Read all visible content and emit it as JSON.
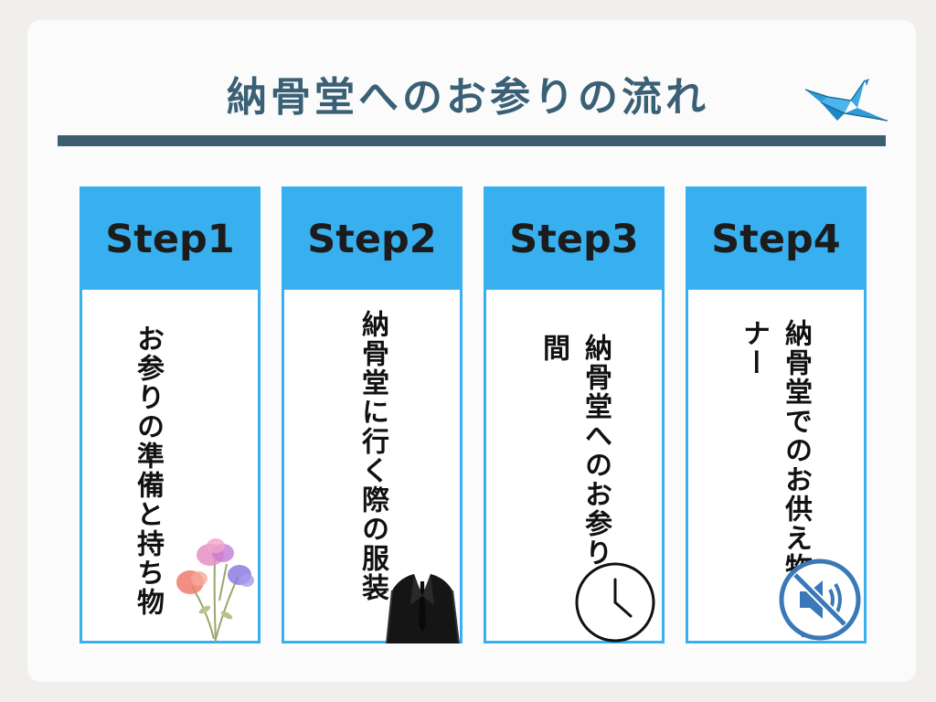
{
  "title": "納骨堂へのお参りの流れ",
  "steps": [
    {
      "label": "Step1",
      "lines": [
        "お参りの準備と",
        "持ち物"
      ]
    },
    {
      "label": "Step2",
      "lines": [
        "納骨堂に行く際の服装"
      ]
    },
    {
      "label": "Step3",
      "lines": [
        "納骨堂への",
        "お参りの時間"
      ]
    },
    {
      "label": "Step4",
      "lines": [
        "納骨堂での",
        "お供え物とマナー"
      ]
    }
  ],
  "icons": {
    "title": "paper-crane-icon",
    "step1": "flowers-icon",
    "step2": "black-suit-icon",
    "step3": "clock-icon",
    "step4": "mute-icon"
  },
  "colors": {
    "accent": "#38b0f0",
    "title": "#3a6075",
    "title_bar": "#3d5e70",
    "background": "#f0efeb",
    "card": "#fbfbfb"
  }
}
